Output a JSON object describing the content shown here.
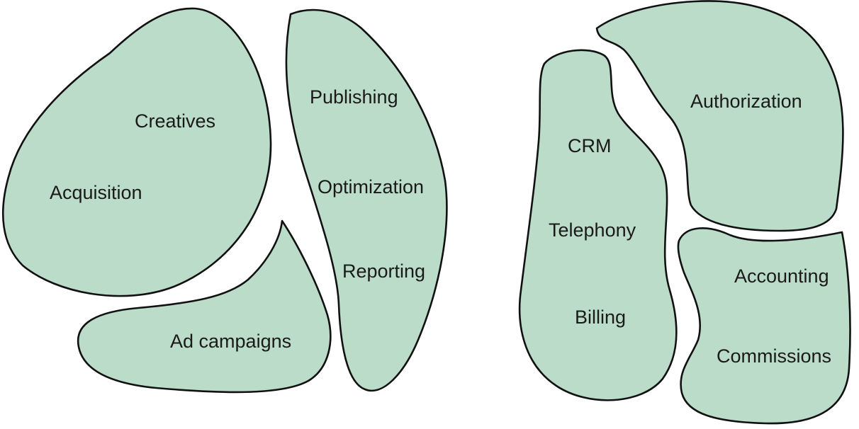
{
  "colors": {
    "fill": "#bbdcc8",
    "stroke": "#111111",
    "text": "#1a1a1a"
  },
  "regions": {
    "region_1": {
      "labels": [
        "Creatives",
        "Acquisition"
      ]
    },
    "region_2": {
      "labels": [
        "Publishing",
        "Optimization",
        "Reporting"
      ]
    },
    "region_3": {
      "labels": [
        "Ad campaigns"
      ]
    },
    "region_4": {
      "labels": [
        "Authorization"
      ]
    },
    "region_5": {
      "labels": [
        "CRM",
        "Telephony",
        "Billing"
      ]
    },
    "region_6": {
      "labels": [
        "Accounting",
        "Commissions"
      ]
    }
  }
}
